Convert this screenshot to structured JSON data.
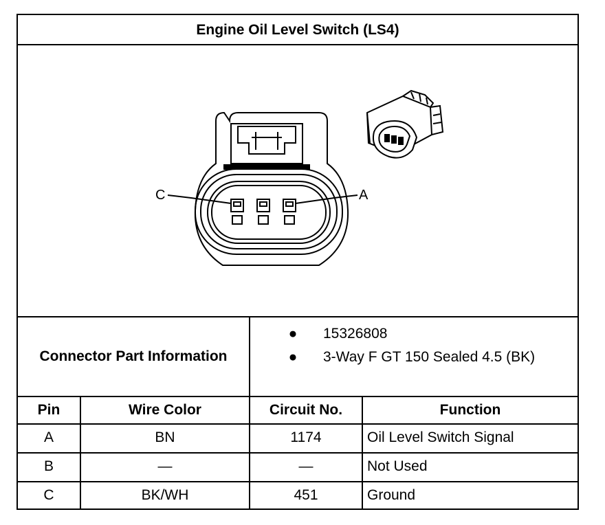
{
  "title": "Engine Oil Level Switch (LS4)",
  "diagram": {
    "pin_labels": {
      "left": "C",
      "right": "A"
    }
  },
  "connector_info": {
    "label": "Connector Part Information",
    "bullet": "●",
    "items": [
      "15326808",
      "3-Way F GT 150 Sealed 4.5 (BK)"
    ]
  },
  "table": {
    "headers": [
      "Pin",
      "Wire Color",
      "Circuit No.",
      "Function"
    ],
    "rows": [
      [
        "A",
        "BN",
        "1174",
        "Oil Level Switch Signal"
      ],
      [
        "B",
        "—",
        "—",
        "Not Used"
      ],
      [
        "C",
        "BK/WH",
        "451",
        "Ground"
      ]
    ]
  }
}
